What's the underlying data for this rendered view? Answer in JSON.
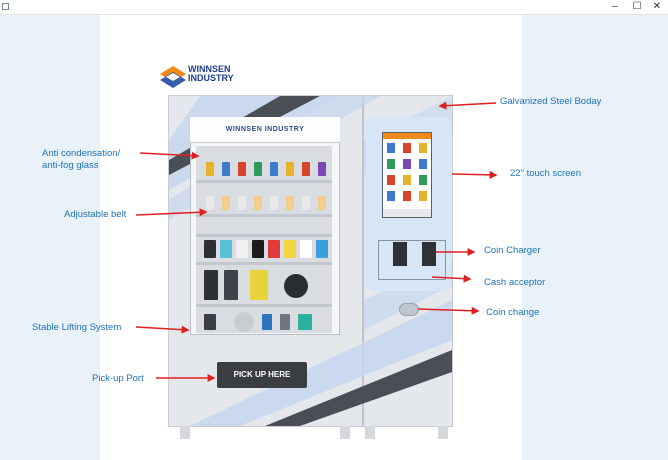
{
  "window": {
    "controls": {
      "minimize": "–",
      "maximize": "☐",
      "close": "✕"
    }
  },
  "brand": {
    "logo_text_line1": "WINNSEN",
    "logo_text_line2": "INDUSTRY",
    "glass_header": "WINNSEN INDUSTRY"
  },
  "machine": {
    "pickup_label": "PICK UP HERE"
  },
  "callouts": {
    "galvanized": "Galvanized Steel Boday",
    "glass_line1": "Anti condensation/",
    "glass_line2": "anti-fog glass",
    "touchscreen": "22\" touch screen",
    "belt": "Adjustable belt",
    "coin_charger": "Coin Charger",
    "cash_acceptor": "Cash acceptor",
    "coin_change": "Coin change",
    "lifting": "Stable Lifting System",
    "pickup_port": "Pick-up Port"
  },
  "colors": {
    "callout_text": "#1e73b8",
    "arrow": "#e02020",
    "stripe_dark": "#4a4f56",
    "stripe_light": "#c7d6ef",
    "panel_bg": "#e9f1f9"
  }
}
